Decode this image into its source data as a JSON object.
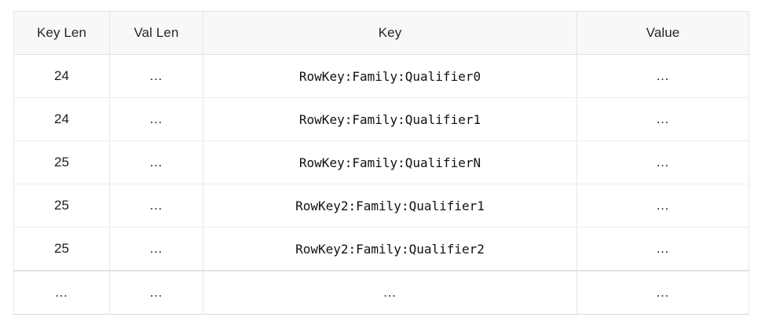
{
  "table": {
    "columns": [
      {
        "key": "key_len",
        "label": "Key Len",
        "align": "center"
      },
      {
        "key": "val_len",
        "label": "Val Len",
        "align": "center"
      },
      {
        "key": "key",
        "label": "Key",
        "align": "center"
      },
      {
        "key": "value",
        "label": "Value",
        "align": "center"
      }
    ],
    "rows": [
      {
        "key_len": "24",
        "val_len": "…",
        "key": "RowKey:Family:Qualifier0",
        "value": "…",
        "summary": false
      },
      {
        "key_len": "24",
        "val_len": "…",
        "key": "RowKey:Family:Qualifier1",
        "value": "…",
        "summary": false
      },
      {
        "key_len": "25",
        "val_len": "…",
        "key": "RowKey:Family:QualifierN",
        "value": "…",
        "summary": false
      },
      {
        "key_len": "25",
        "val_len": "…",
        "key": "RowKey2:Family:Qualifier1",
        "value": "…",
        "summary": false
      },
      {
        "key_len": "25",
        "val_len": "…",
        "key": "RowKey2:Family:Qualifier2",
        "value": "…",
        "summary": false
      },
      {
        "key_len": "…",
        "val_len": "…",
        "key": "…",
        "value": "…",
        "summary": true
      }
    ]
  },
  "colors": {
    "header_background": "#f8f8f8",
    "header_text": "#262626",
    "cell_text": "#1a1a1a",
    "border": "#e6e6e6",
    "row_divider": "#ececec",
    "summary_divider": "#e2e2e2",
    "page_background": "#ffffff"
  }
}
